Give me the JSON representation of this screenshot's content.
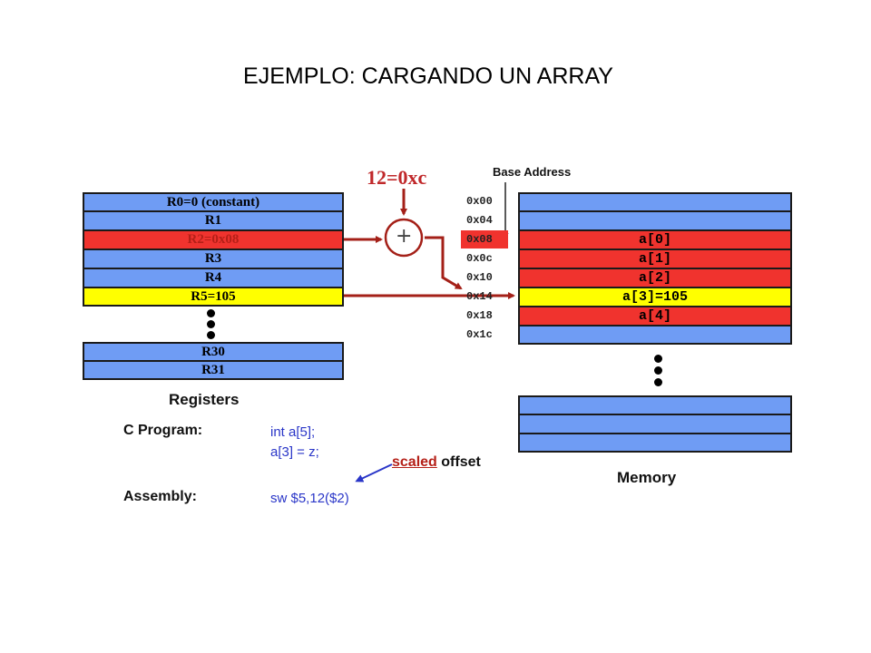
{
  "slide": {
    "title": "EJEMPLO: CARGANDO UN ARRAY"
  },
  "adder": {
    "offset_label": "12=0xc",
    "symbol": "+"
  },
  "registers": {
    "top": [
      {
        "label": "R0=0 (constant)",
        "color": "#6f9cf4"
      },
      {
        "label": "R1",
        "color": "#6f9cf4"
      },
      {
        "label": "R2=0x08",
        "color": "#f0332e"
      },
      {
        "label": "R3",
        "color": "#6f9cf4"
      },
      {
        "label": "R4",
        "color": "#6f9cf4"
      },
      {
        "label": "R5=105",
        "color": "#ffff00"
      }
    ],
    "bottom": [
      {
        "label": "R30",
        "color": "#6f9cf4"
      },
      {
        "label": "R31",
        "color": "#6f9cf4"
      }
    ],
    "caption": "Registers"
  },
  "memory": {
    "base_address_label": "Base Address",
    "addresses": [
      "0x00",
      "0x04",
      "0x08",
      "0x0c",
      "0x10",
      "0x14",
      "0x18",
      "0x1c"
    ],
    "highlighted_address": "0x08",
    "top_cells": [
      {
        "label": "",
        "color": "#6f9cf4"
      },
      {
        "label": "",
        "color": "#6f9cf4"
      },
      {
        "label": "a[0]",
        "color": "#f0332e"
      },
      {
        "label": "a[1]",
        "color": "#f0332e"
      },
      {
        "label": "a[2]",
        "color": "#f0332e"
      },
      {
        "label": "a[3]=105",
        "color": "#ffff00"
      },
      {
        "label": "a[4]",
        "color": "#f0332e"
      },
      {
        "label": "",
        "color": "#6f9cf4"
      }
    ],
    "bottom_cells": [
      {
        "label": "",
        "color": "#6f9cf4"
      },
      {
        "label": "",
        "color": "#6f9cf4"
      },
      {
        "label": "",
        "color": "#6f9cf4"
      }
    ],
    "caption": "Memory"
  },
  "program": {
    "c_label": "C Program:",
    "c_line1": "int a[5];",
    "c_line2": "a[3] = z;",
    "asm_label": "Assembly:",
    "asm_line": "sw $5,12($2)",
    "note_word1": "scaled",
    "note_word2": "offset"
  }
}
